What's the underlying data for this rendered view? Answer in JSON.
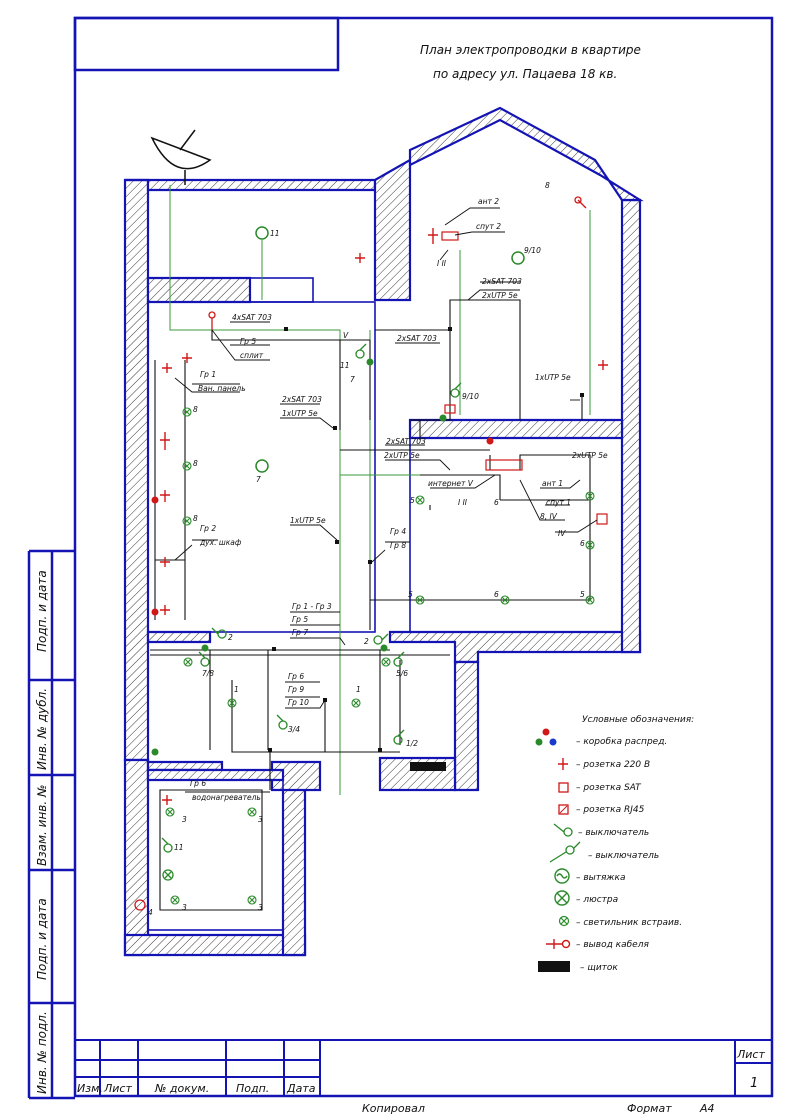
{
  "title": {
    "line1": "План электропроводки в квартире",
    "line2": "по адресу ул. Пацаева 18 кв."
  },
  "colors": {
    "frame": "#1414b4",
    "wall_fill": "#ffffff",
    "wire_black": "#111111",
    "wire_green": "#3a9a3a",
    "device_red": "#d01818",
    "device_green": "#2a8a2a",
    "device_blue": "#1a3acc"
  },
  "labels": {
    "ant2": "ант 2",
    "sput2": "спут 2",
    "i2": "I II",
    "n8": "8",
    "n11a": "11",
    "n9_10": "9/10",
    "sat703x2a": "2xSAT 703",
    "utp5ex2a": "2xUTP 5e",
    "sat703x4": "4xSAT 703",
    "gr5": "Гр 5",
    "split": "сплит",
    "sat703x2b": "2xSAT 703",
    "v": "V",
    "n11b": "11",
    "n7a": "7",
    "gr1": "Гр 1",
    "vanpanel": "Ван. панель",
    "n9_10b": "9/10",
    "utp5e_a": "1xUTP 5e",
    "sat703x2c": "2xSAT 703",
    "utp5e_b": "1xUTP 5e",
    "n8a": "8",
    "n8b": "8",
    "n8c": "8",
    "n7b": "7",
    "sat703x2d": "2xSAT 703",
    "utp5ex2b": "2xUTP 5e",
    "utp5ex2c": "2xUTP 5e",
    "inet": "интернет V",
    "ant1": "ант 1",
    "sput1": "спут 1",
    "i2b": "I II",
    "n6a": "6",
    "n5a": "5",
    "n8_iv": "8, IV",
    "iv": "IV",
    "n6b": "6",
    "gr2": "Гр 2",
    "dukhshkaf": "дух. шкаф",
    "utp5e_c": "1xUTP 5e",
    "gr4": "Гр 4",
    "gr8": "Гр 8",
    "n5b": "5",
    "n6c": "6",
    "n5c": "5",
    "gr13": "Гр 1 - Гр 3",
    "gr5b": "Гр 5",
    "gr7": "Гр 7",
    "n2a": "2",
    "n2b": "2",
    "n7_8": "7/8",
    "n5_6": "5/6",
    "n1a": "1",
    "n1b": "1",
    "gr6": "Гр 6",
    "gr9": "Гр 9",
    "gr10": "Гр 10",
    "n3_4": "3/4",
    "n1_2": "1/2",
    "gr6b": "Гр 6",
    "vodonagr": "водонагреватель",
    "n3a": "3",
    "n3b": "3",
    "n3c": "3",
    "n3d": "3",
    "n11c": "11",
    "n4": "4"
  },
  "legend": {
    "title": "Условные обозначения:",
    "items": [
      {
        "icon": "junction-box",
        "label": "– коробка распред."
      },
      {
        "icon": "socket-220",
        "label": "– розетка 220 В"
      },
      {
        "icon": "socket-sat",
        "label": "– розетка SAT"
      },
      {
        "icon": "socket-rj45",
        "label": "– розетка RJ45"
      },
      {
        "icon": "switch",
        "label": "– выключатель"
      },
      {
        "icon": "switch-double",
        "label": "– выключатель"
      },
      {
        "icon": "exhaust",
        "label": "– вытяжка"
      },
      {
        "icon": "chandelier",
        "label": "– люстра"
      },
      {
        "icon": "recessed-light",
        "label": "– светильник встраив."
      },
      {
        "icon": "cable-outlet",
        "label": "– вывод кабеля"
      },
      {
        "icon": "panel-board",
        "label": "– щиток"
      }
    ]
  },
  "side_stamp": [
    "Подп. и дата",
    "Инв. № дубл.",
    "Взам. инв. №",
    "Подп. и дата",
    "Инв. № подл."
  ],
  "title_block": {
    "headers": [
      "Изм.",
      "Лист",
      "№ докум.",
      "Подп.",
      "Дата"
    ],
    "sheet_label": "Лист",
    "sheet_number": "1",
    "copied": "Копировал",
    "format_label": "Формат",
    "format_value": "А4"
  }
}
